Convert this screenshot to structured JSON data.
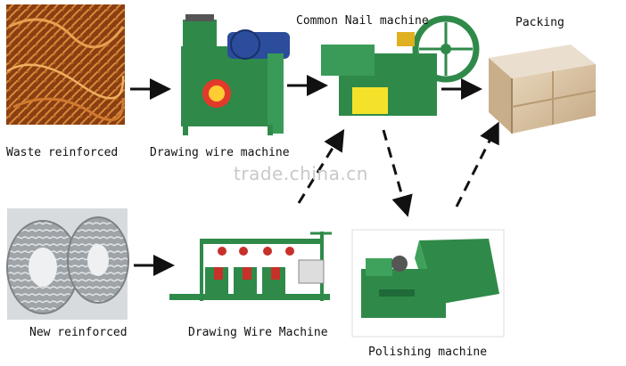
{
  "labels": {
    "waste": "Waste reinforced",
    "drawing_wire_machine_top": "Drawing wire machine",
    "common_nail": "Common Nail machine",
    "packing": "Packing",
    "new_reinforced": "New reinforced",
    "drawing_wire_machine_bottom": "Drawing Wire Machine",
    "polishing": "Polishing machine"
  },
  "watermark": "trade.china.cn",
  "colors": {
    "machine_green": "#2f8a4a",
    "motor_blue": "#2b4d9c",
    "rust": "#a8561d",
    "crate": "#d9c3a5",
    "arrow": "#111111"
  }
}
